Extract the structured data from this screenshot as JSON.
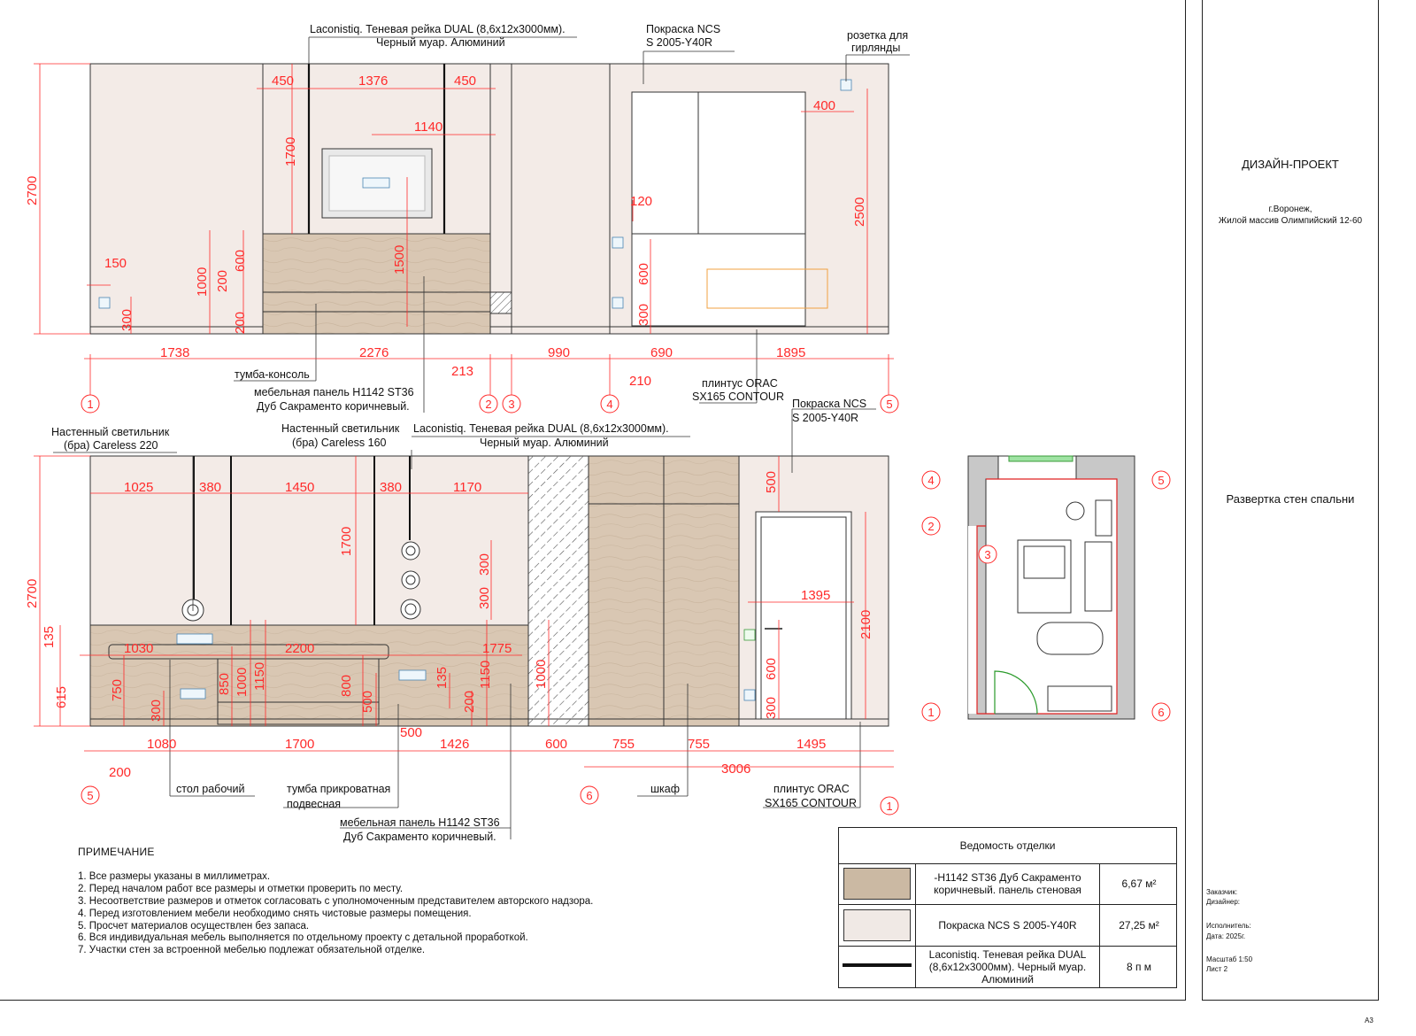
{
  "title_block": {
    "project_type": "ДИЗАЙН-ПРОЕКТ",
    "city": "г.Воронеж,",
    "address": "Жилой массив Олимпийский 12-60",
    "sheet_title": "Развертка стен спальни",
    "customer_label": "Заказчик:",
    "designer_label": "Дизайнер:",
    "executor_label": "Исполнитель:",
    "date_label": "Дата: 2025г.",
    "scale_label": "Масштаб 1:50",
    "sheet_label": "Лист 2",
    "format": "А3"
  },
  "notes": {
    "title": "ПРИМЕЧАНИЕ",
    "items": [
      "1.  Все размеры указаны в миллиметрах.",
      "2.  Перед началом работ все размеры и отметки проверить по месту.",
      "3.  Несоответствие размеров и отметок согласовать с уполномоченным представителем авторского надзора.",
      "4.  Перед изготовлением мебели необходимо снять чистовые размеры помещения.",
      "5.  Просчет материалов осуществлен без запаса.",
      "6.  Вся индивидуальная мебель выполняется по отдельному проекту с детальной проработкой.",
      "7.  Участки стен за встроенной мебелью подлежат обязательной отделке."
    ]
  },
  "finish_schedule": {
    "title": "Ведомость отделки",
    "rows": [
      {
        "description": "-H1142 ST36 Дуб Сакраменто коричневый. панель стеновая",
        "quantity": "6,67 м²",
        "swatch_color": "#cbb9a3"
      },
      {
        "description": "Покраска NCS S 2005-Y40R",
        "quantity": "27,25 м²",
        "swatch_color": "#f0e9e5"
      },
      {
        "description": "Laconistiq. Теневая рейка DUAL (8,6х12х3000мм). Черный муар. Алюминий",
        "quantity": "8 п м",
        "swatch_color": "#111111"
      }
    ]
  },
  "colors": {
    "wall_paint": "#f3ebe7",
    "wood_panel": "#d9c7b3",
    "dimension_red": "#ff2a2a",
    "outline": "#333333"
  },
  "elevation_top": {
    "labels": {
      "rail": "Laconistiq. Теневая рейка DUAL (8,6х12х3000мм).",
      "rail_2": "Черный муар. Алюминий",
      "paint": "Покраска NCS",
      "paint_2": "S 2005-Y40R",
      "socket": "розетка для",
      "socket_2": "гирлянды",
      "console": "тумба-консоль",
      "panel": "мебельная панель H1142 ST36",
      "panel_2": "Дуб Сакраменто коричневый.",
      "plinth": "плинтус ORAC",
      "plinth_2": "SX165 CONTOUR"
    },
    "dims": {
      "height": "2700",
      "h2500": "2500",
      "d450a": "450",
      "d1376": "1376",
      "d450b": "450",
      "d1140": "1140",
      "d400": "400",
      "d120": "120",
      "d1700": "1700",
      "d1500": "1500",
      "d1000": "1000",
      "d200": "200",
      "d600": "600",
      "d200b": "200",
      "d150": "150",
      "d300": "300",
      "d600b": "600",
      "d300b": "300",
      "d1738": "1738",
      "d2276": "2276",
      "d213": "213",
      "d990": "990",
      "d210": "210",
      "d690": "690",
      "d1895": "1895"
    },
    "axes": [
      "1",
      "2",
      "3",
      "4",
      "5"
    ]
  },
  "elevation_bottom": {
    "labels": {
      "lamp1": "Настенный светильник",
      "lamp1_2": "(бра) Careless  220",
      "lamp2": "Настенный светильник",
      "lamp2_2": "(бра) Careless  160",
      "rail": "Laconistiq. Теневая рейка DUAL (8,6х12х3000мм).",
      "rail_2": "Черный муар. Алюминий",
      "paint": "Покраска NCS",
      "paint_2": "S 2005-Y40R",
      "desk": "стол рабочий",
      "bedside": "тумба прикроватная",
      "bedside_2": "подвесная",
      "panel": "мебельная панель H1142 ST36",
      "panel_2": "Дуб Сакраменто коричневый.",
      "wardrobe": "шкаф",
      "plinth": "плинтус ORAC",
      "plinth_2": "SX165 CONTOUR"
    },
    "dims": {
      "height": "2700",
      "d1025": "1025",
      "d380a": "380",
      "d1450": "1450",
      "d380b": "380",
      "d1170": "1170",
      "d500": "500",
      "d1700": "1700",
      "d300": "300",
      "d300b": "300",
      "d1395": "1395",
      "d2100": "2100",
      "d135": "135",
      "d1030": "1030",
      "d2200": "2200",
      "d1775": "1775",
      "d615": "615",
      "d750": "750",
      "d300c": "300",
      "d850": "850",
      "d1000": "1000",
      "d1150": "1150",
      "d800": "800",
      "d500b": "500",
      "d135b": "135",
      "d200": "200",
      "d1150b": "1150",
      "d1000b": "1000",
      "d600": "600",
      "d300d": "300",
      "d1080": "1080",
      "d1700b": "1700",
      "d500c": "500",
      "d1426": "1426",
      "d600b": "600",
      "d755a": "755",
      "d755b": "755",
      "d1495": "1495",
      "d3006": "3006",
      "d200b": "200"
    },
    "axes": [
      "5",
      "6",
      "1"
    ]
  },
  "plan": {
    "axes": [
      "4",
      "5",
      "2",
      "3",
      "1",
      "6"
    ]
  }
}
